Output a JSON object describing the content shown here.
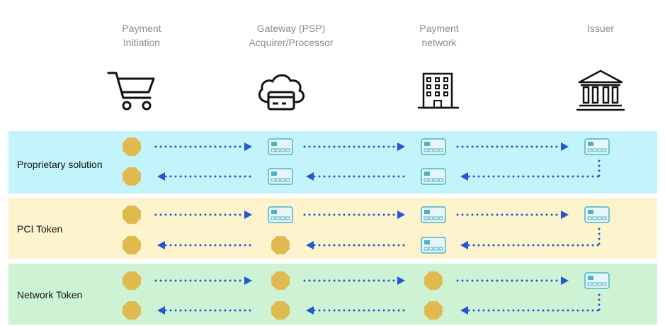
{
  "columns": [
    {
      "line1": "Payment",
      "line2": "Initiation",
      "icon": "shopping-cart-icon"
    },
    {
      "line1": "Gateway (PSP)",
      "line2": "Acquirer/Processor",
      "icon": "cloud-card-icon"
    },
    {
      "line1": "Payment",
      "line2": "network",
      "icon": "office-building-icon"
    },
    {
      "line1": "Issuer",
      "line2": "",
      "icon": "bank-icon"
    }
  ],
  "rows": [
    {
      "label": "Proprietary solution",
      "color": "#c4f4fb",
      "request": [
        "coin",
        "card",
        "card",
        "card"
      ],
      "response": [
        "coin",
        "card",
        "card"
      ]
    },
    {
      "label": "PCI Token",
      "color": "#fdf3cd",
      "request": [
        "coin",
        "card",
        "card",
        "card"
      ],
      "response": [
        "coin",
        "coin",
        "card"
      ]
    },
    {
      "label": "Network Token",
      "color": "#cef3d4",
      "request": [
        "coin",
        "coin",
        "coin",
        "card"
      ],
      "response": [
        "coin",
        "coin",
        "coin"
      ]
    }
  ],
  "colors": {
    "arrow": "#2457d6",
    "coin": "#e0b94f",
    "card_stroke": "#4bb3c4",
    "card_fill": "#e6f6f8",
    "header_text": "#8c8c8c"
  }
}
